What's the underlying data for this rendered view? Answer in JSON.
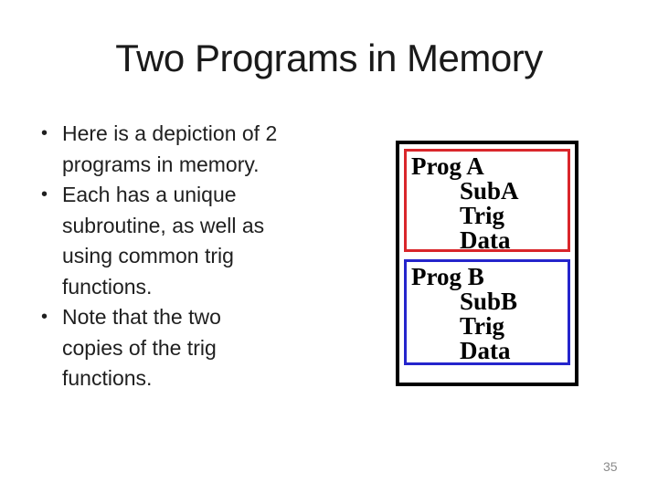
{
  "slide": {
    "title": "Two Programs in Memory",
    "bullet_char": "•",
    "page_number": "35"
  },
  "bullets": [
    {
      "text": "Here is a depiction of 2 programs in memory.",
      "lines": [
        "Here is a depiction of 2",
        "programs in memory."
      ]
    },
    {
      "text": "Each has a unique subroutine, as well as using common trig functions.",
      "lines": [
        "Each has a unique",
        "subroutine, as well as",
        "using common trig",
        "functions."
      ]
    },
    {
      "text": "Note that the two copies of the trig functions.",
      "lines": [
        "Note that the two",
        "copies of the trig",
        "functions."
      ]
    }
  ],
  "diagram": {
    "outer_border_color": "#000000",
    "programs": [
      {
        "name": "Prog A",
        "items": [
          "SubA",
          "Trig",
          "Data"
        ],
        "border_color": "#d9262b"
      },
      {
        "name": "Prog B",
        "items": [
          "SubB",
          "Trig",
          "Data"
        ],
        "border_color": "#2525cc"
      }
    ]
  },
  "colors": {
    "title_text": "#1a1a1a",
    "body_text": "#1f1f1f",
    "page_number_text": "#8a8a8a",
    "background": "#ffffff"
  }
}
